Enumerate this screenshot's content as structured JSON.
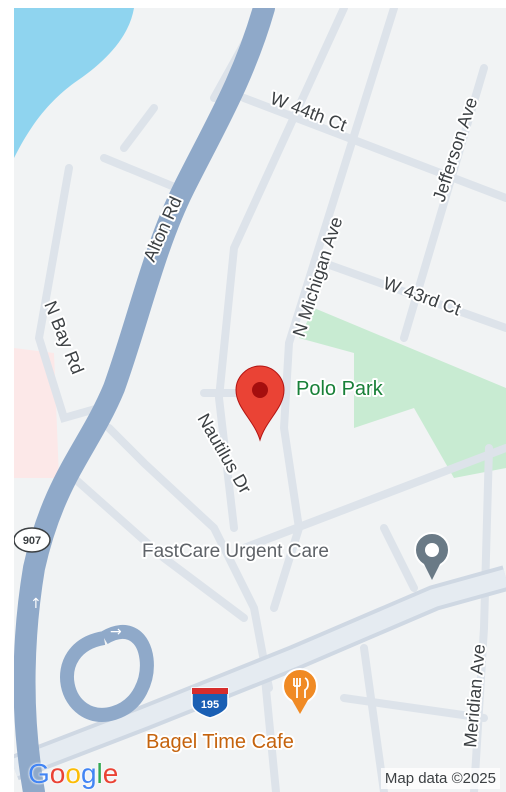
{
  "map": {
    "streets": {
      "alton_rd": "Alton Rd",
      "w_44th_ct": "W 44th Ct",
      "jefferson_ave": "Jefferson Ave",
      "n_michigan_ave": "N Michigan Ave",
      "w_43rd_ct": "W 43rd Ct",
      "n_bay_rd": "N Bay Rd",
      "nautilus_dr": "Nautilus Dr",
      "meridian_ave": "Meridian Ave"
    },
    "shields": {
      "state_route": "907",
      "interstate": "195"
    },
    "places": {
      "park": "Polo Park",
      "urgent_care": "FastCare Urgent Care",
      "cafe": "Bagel Time Cafe"
    },
    "marker": {
      "icon": "location-pin-icon",
      "color": "#ea4335"
    },
    "colors": {
      "water": "#8fd4ef",
      "park": "#c8ebd2",
      "highway": "#8fa9c9",
      "minor_road": "#dde3ea",
      "land": "#f1f3f4"
    }
  },
  "footer": {
    "logo_letters": [
      "G",
      "o",
      "o",
      "g",
      "l",
      "e"
    ],
    "logo_colors": [
      "#4285f4",
      "#ea4335",
      "#fbbc05",
      "#4285f4",
      "#34a853",
      "#ea4335"
    ],
    "attribution": "Map data ©2025"
  }
}
